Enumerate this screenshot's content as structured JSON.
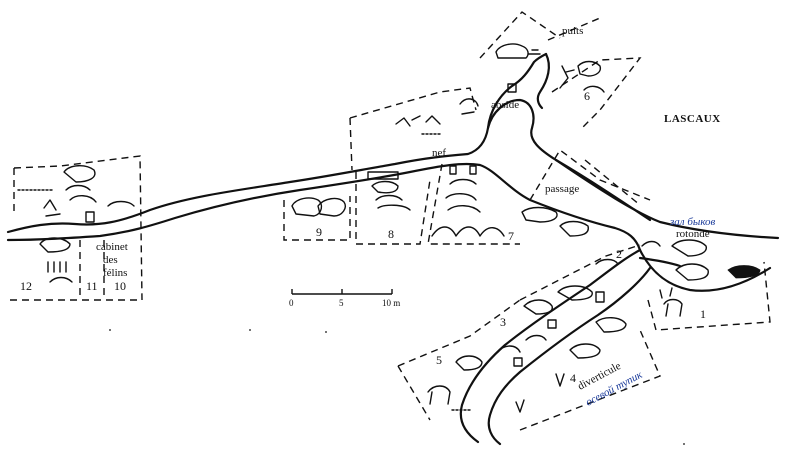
{
  "title": "LASCAUX",
  "labels": {
    "puits": "puits",
    "abside": "abside",
    "nef": "nef",
    "passage": "passage",
    "rotonde": "rotonde",
    "zal_bykov": "зал быков",
    "cabinet": "cabinet",
    "des": "des",
    "felins": "félins",
    "diverticule": "diverticule",
    "osevoy_tupik": "осевой тупик"
  },
  "section_numbers": {
    "n1": "1",
    "n2": "2",
    "n3": "3",
    "n4": "4",
    "n5": "5",
    "n6": "6",
    "n7": "7",
    "n8": "8",
    "n9": "9",
    "n10": "10",
    "n11": "11",
    "n12": "12"
  },
  "scale": {
    "tick0": "0",
    "tick5": "5",
    "tick10": "10 m"
  },
  "colors": {
    "ink": "#111111",
    "russian_labels": "#1a3a9a",
    "background": "#ffffff"
  }
}
